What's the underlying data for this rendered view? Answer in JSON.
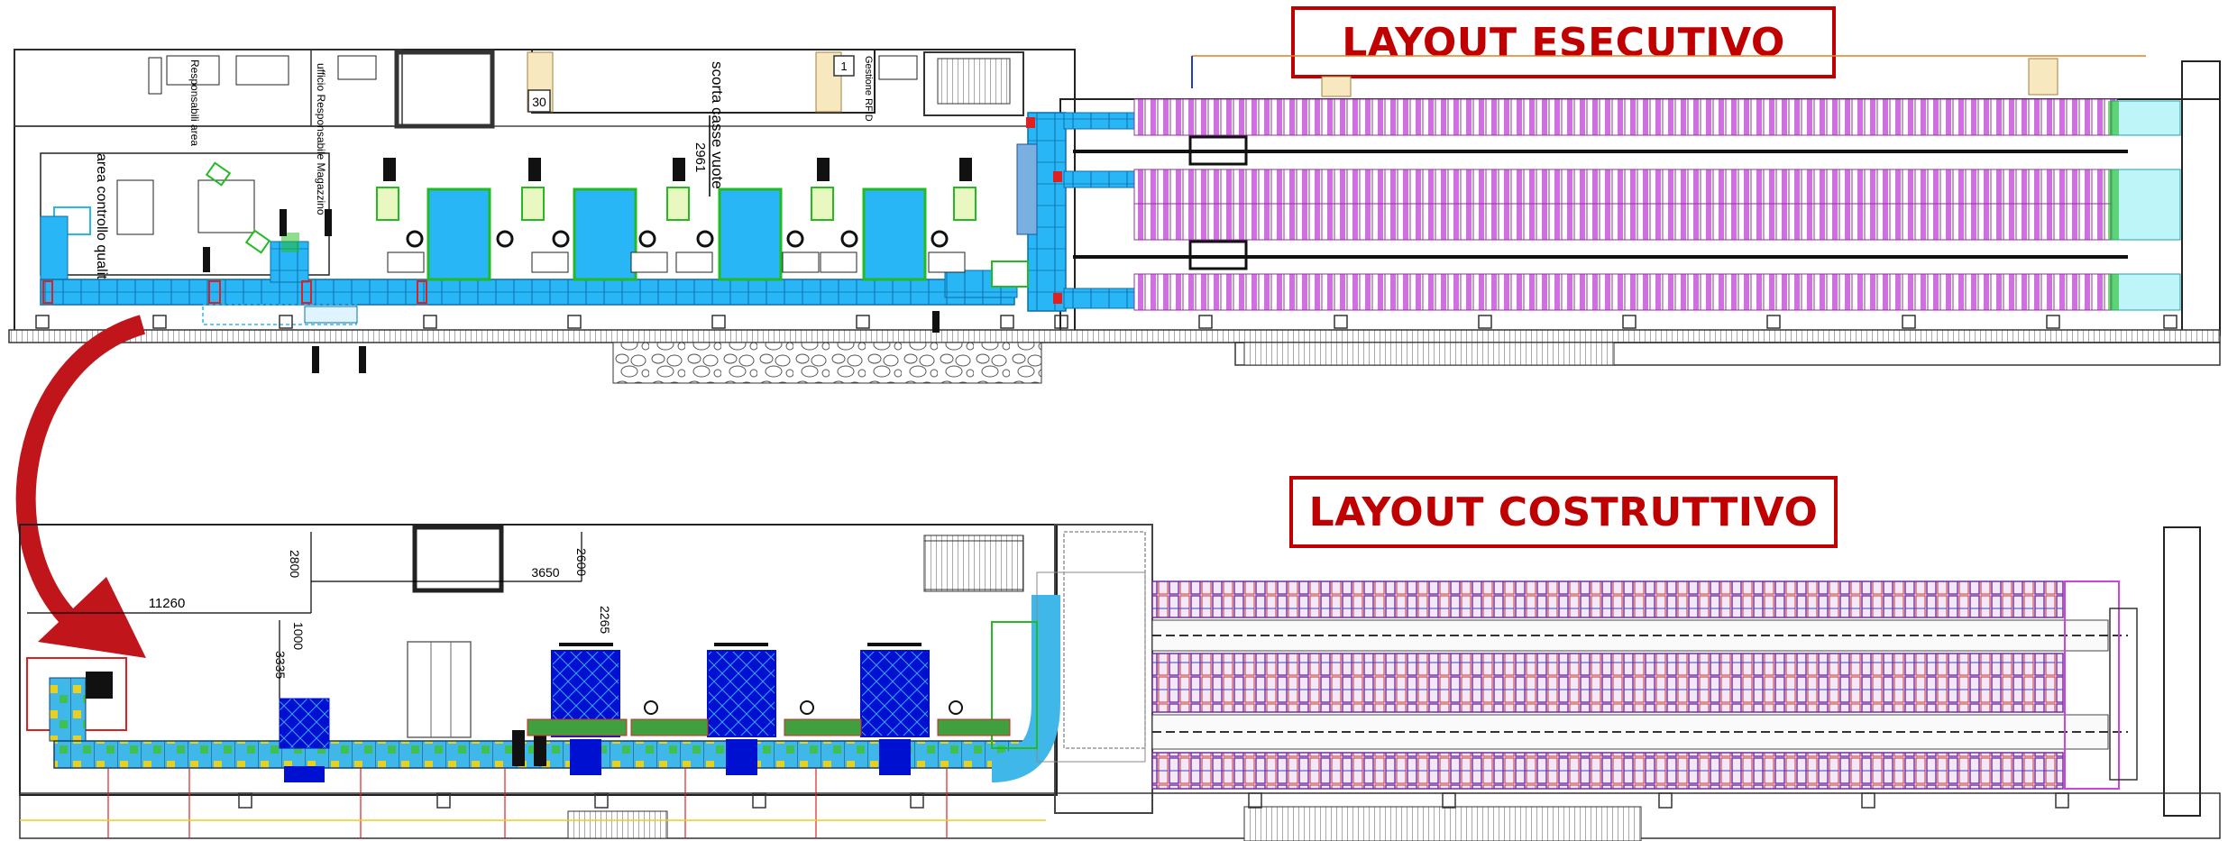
{
  "titles": {
    "top": "LAYOUT ESECUTIVO",
    "bottom": "LAYOUT COSTRUTTIVO"
  },
  "top_plan": {
    "labels": {
      "responsabili": "Responsabili area",
      "ufficio": "ufficio Responsabile Magazzino",
      "scorta": "scorta casse vuote",
      "gestione": "Gestione RFID",
      "qc": "area controllo qualità",
      "dim": "2961",
      "box30": "30",
      "box1": "1"
    }
  },
  "bottom_plan": {
    "dimensions": {
      "d11260": "11260",
      "d2800": "2800",
      "d2600": "2600",
      "d3650": "3650",
      "d2265": "2265",
      "d1000": "1000",
      "d3335": "3335"
    }
  },
  "colors": {
    "title_red": "#c00000",
    "conveyor_cyan": "#29b6f6",
    "rack_magenta": "#cc44dd",
    "rack_purple": "#5a2ca0",
    "station_green": "#22bb22",
    "arrow_red": "#c0151a"
  }
}
